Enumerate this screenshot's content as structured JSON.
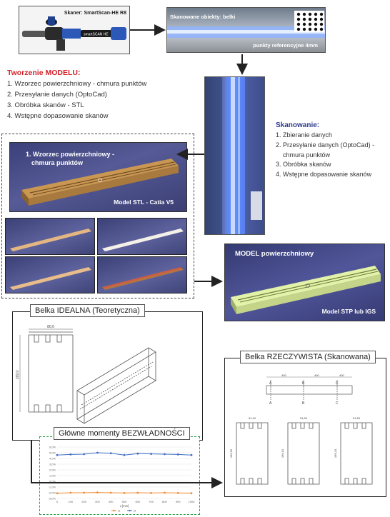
{
  "scanner": {
    "title": "Skaner: SmartScan-HE R8",
    "device_label": "smartSCAN HE"
  },
  "scan_photo": {
    "objects_label": "Skanowane obiekty: belki",
    "ref_label": "punkty referencyjne 4mm"
  },
  "tworzenie": {
    "title": "Tworzenie MODELU:",
    "items": [
      "1. Wzorzec powierzchniowy - chmura punktów",
      "2. Przesyłanie danych (OptoCad)",
      "3. Obróbka skanów - STL",
      "4. Wstępne dopasowanie skanów"
    ]
  },
  "skanowanie": {
    "title": "Skanowanie:",
    "items": [
      "1. Zbieranie danych",
      "2. Przesyłanie danych (OptoCad) -",
      "    chmura punktów",
      "3. Obróbka skanów",
      "4. Wstępne dopasowanie skanów"
    ]
  },
  "stl_model": {
    "title_line1": "1. Wzorzec powierzchniowy -",
    "title_line2": "chmura punktów",
    "caption": "Model STL - Catia V5"
  },
  "stp_model": {
    "title": "MODEL powierzchniowy",
    "caption": "Model STP lub IGS"
  },
  "ideal_beam": {
    "title": "Belka IDEALNA (Teoretyczna)",
    "dim_top": "80,0",
    "dim_height": "169,0"
  },
  "real_beam": {
    "title": "Belka RZECZYWISTA (Skanowana)",
    "section_labels": [
      "A",
      "B",
      "C"
    ],
    "dims_top": [
      "400",
      "400",
      "400"
    ],
    "section_dims": [
      "51,40",
      "51,50",
      "51,55"
    ],
    "section_heights": [
      "166,95",
      "169,10",
      "169,24"
    ]
  },
  "colors": {
    "red_title": "#d2232a",
    "blue_title": "#2e3a8c",
    "series_orange": "#f08a30",
    "series_blue": "#3f6fc4",
    "dashed_green": "#2e9a4a"
  },
  "chart_data": {
    "type": "line",
    "title": "Główne momenty BEZWŁADNOŚCI",
    "xlabel": "x [mm]",
    "ylabel": "",
    "x": [
      0,
      100,
      200,
      300,
      400,
      500,
      600,
      700,
      800,
      900,
      1000
    ],
    "xlim": [
      0,
      1000
    ],
    "ylim": [
      -3.0,
      6.0
    ],
    "yticks": [
      "6,0%",
      "5,0%",
      "4,0%",
      "3,0%",
      "2,0%",
      "1,0%",
      "0,0%",
      "-1,0%",
      "-2,0%",
      "-3,0%"
    ],
    "series": [
      {
        "name": "I1",
        "color": "#f08a30",
        "values": [
          -2.1,
          -2.0,
          -2.0,
          -1.95,
          -2.0,
          -2.05,
          -2.0,
          -2.05,
          -2.0,
          -2.05,
          -2.1
        ]
      },
      {
        "name": "I2",
        "color": "#3f6fc4",
        "values": [
          4.6,
          4.7,
          4.75,
          5.0,
          4.9,
          4.6,
          4.85,
          4.8,
          4.75,
          4.7,
          4.6
        ]
      }
    ],
    "grid": true,
    "legend": "bottom"
  }
}
